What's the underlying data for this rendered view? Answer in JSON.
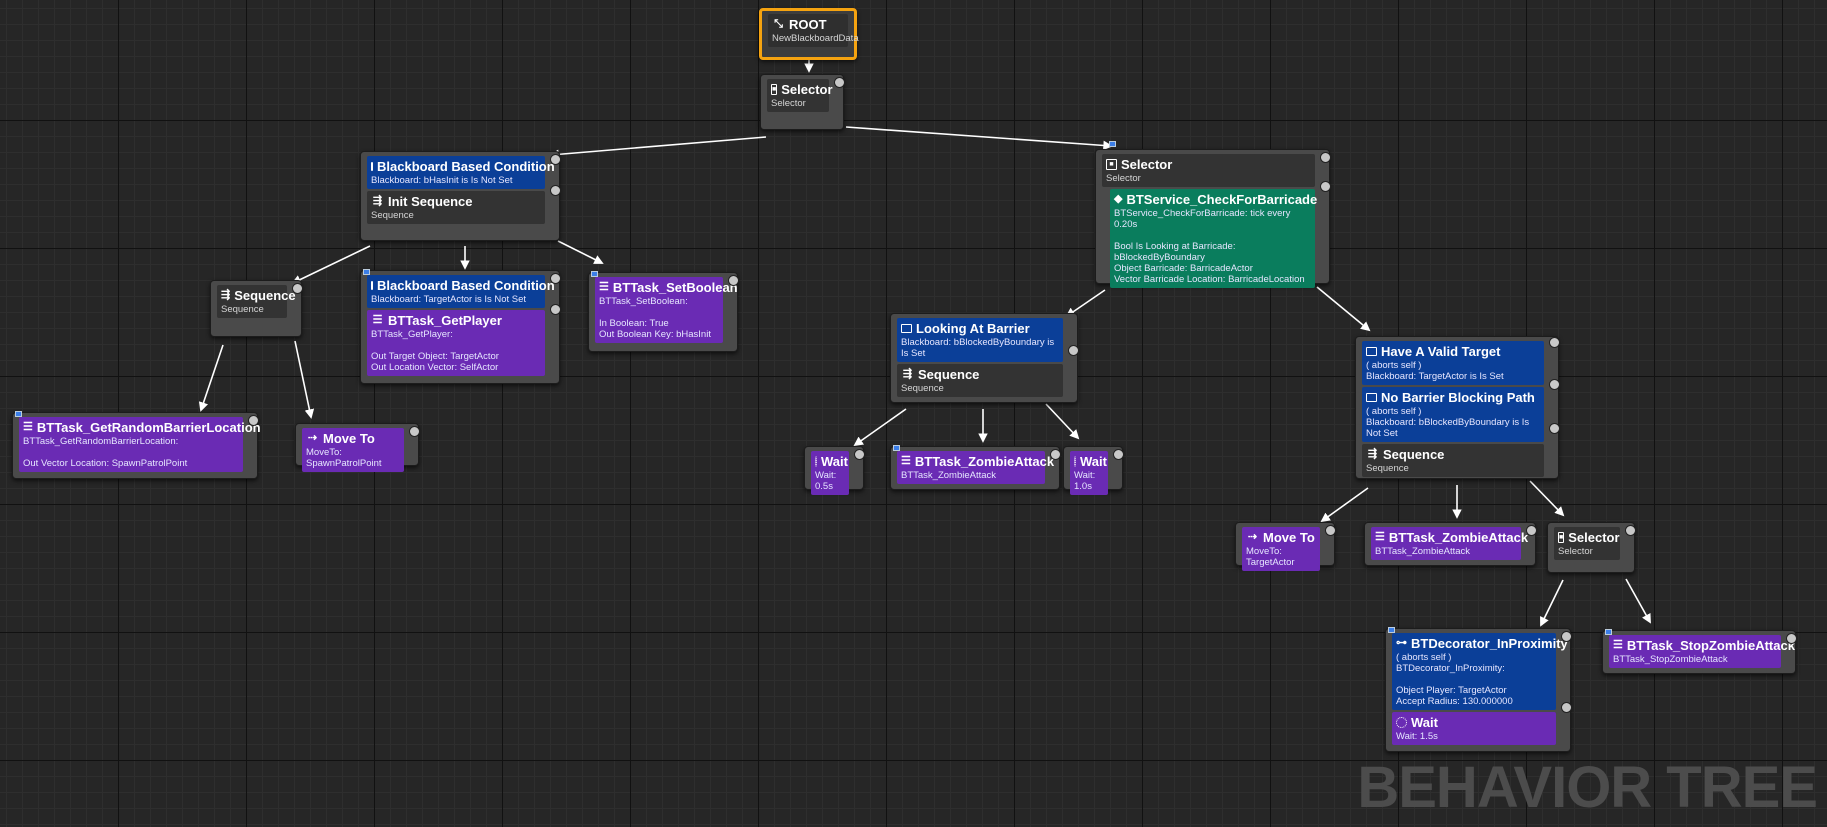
{
  "root": {
    "title": "ROOT",
    "sub": "NewBlackboardData"
  },
  "selector_main": {
    "title": "Selector",
    "sub": "Selector"
  },
  "left_branch": {
    "decorator": {
      "title": "Blackboard Based Condition",
      "sub": "Blackboard: bHasInit is Is Not Set"
    },
    "composite": {
      "title": "Init Sequence",
      "sub": "Sequence"
    }
  },
  "seq_patrol": {
    "title": "Sequence",
    "sub": "Sequence"
  },
  "get_random_barrier": {
    "title": "BTTask_GetRandomBarrierLocation",
    "sub": "BTTask_GetRandomBarrierLocation:\n\nOut Vector Location: SpawnPatrolPoint"
  },
  "move_to_patrol": {
    "title": "Move To",
    "sub": "MoveTo: SpawnPatrolPoint"
  },
  "get_player": {
    "decorator": {
      "title": "Blackboard Based Condition",
      "sub": "Blackboard: TargetActor is Is Not Set"
    },
    "task": {
      "title": "BTTask_GetPlayer",
      "sub": "BTTask_GetPlayer:\n\nOut Target Object: TargetActor\nOut Location Vector: SelfActor"
    }
  },
  "set_boolean": {
    "title": "BTTask_SetBoolean",
    "sub": "BTTask_SetBoolean:\n\nIn Boolean: True\nOut Boolean Key: bHasInit"
  },
  "selector_right": {
    "composite": {
      "title": "Selector",
      "sub": "Selector"
    },
    "service": {
      "title": "BTService_CheckForBarricade",
      "sub": "BTService_CheckForBarricade: tick every 0.20s\n\nBool Is Looking at Barricade: bBlockedByBoundary\nObject Barricade: BarricadeActor\nVector Barricade Location: BarricadeLocation"
    }
  },
  "looking_at_barrier": {
    "decorator": {
      "title": "Looking At Barrier",
      "sub": "Blackboard: bBlockedByBoundary is Is Set"
    },
    "composite": {
      "title": "Sequence",
      "sub": "Sequence"
    }
  },
  "wait_05": {
    "title": "Wait",
    "sub": "Wait: 0.5s"
  },
  "zombie_attack_1": {
    "title": "BTTask_ZombieAttack",
    "sub": "BTTask_ZombieAttack"
  },
  "wait_10": {
    "title": "Wait",
    "sub": "Wait: 1.0s"
  },
  "valid_target": {
    "decorator1": {
      "title": "Have A Valid Target",
      "sub": "( aborts self )\nBlackboard: TargetActor is Is Set"
    },
    "decorator2": {
      "title": "No Barrier Blocking Path",
      "sub": "( aborts self )\nBlackboard: bBlockedByBoundary is Is Not Set"
    },
    "composite": {
      "title": "Sequence",
      "sub": "Sequence"
    }
  },
  "move_to_target": {
    "title": "Move To",
    "sub": "MoveTo: TargetActor"
  },
  "zombie_attack_2": {
    "title": "BTTask_ZombieAttack",
    "sub": "BTTask_ZombieAttack"
  },
  "selector_small": {
    "title": "Selector",
    "sub": "Selector"
  },
  "in_proximity": {
    "decorator": {
      "title": "BTDecorator_InProximity",
      "sub": "( aborts self )\nBTDecorator_InProximity:\n\nObject Player: TargetActor\nAccept Radius: 130.000000"
    },
    "task": {
      "title": "Wait",
      "sub": "Wait: 1.5s"
    }
  },
  "stop_zombie_attack": {
    "title": "BTTask_StopZombieAttack",
    "sub": "BTTask_StopZombieAttack"
  },
  "watermark": "BEHAVIOR TREE",
  "colors": {
    "root_border": "#f5a310",
    "decorator": "#0b3f98",
    "task": "#6a2bb4",
    "service": "#0a7d5d",
    "composite": "#333333"
  },
  "icons": {
    "root": "root-icon",
    "selector": "selector-icon",
    "sequence": "sequence-icon",
    "decorator": "decorator-icon",
    "task": "task-icon",
    "move": "move-to-icon",
    "wait": "wait-icon",
    "service": "service-icon"
  }
}
